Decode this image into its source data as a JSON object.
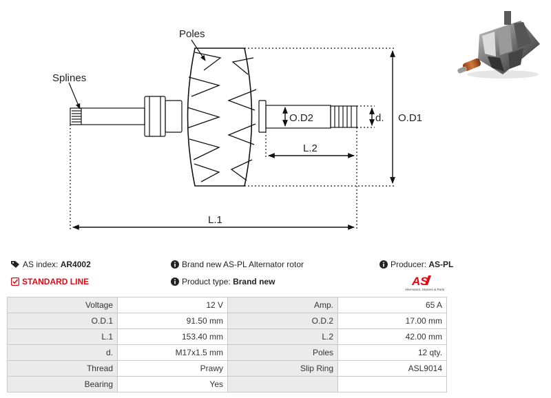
{
  "diagram": {
    "labels": {
      "poles": "Poles",
      "splines": "Splines",
      "od1": "O.D1",
      "od2": "O.D2",
      "d": "d.",
      "l1": "L.1",
      "l2": "L.2"
    }
  },
  "photo": {
    "icon": "alternator-rotor-photo"
  },
  "info": {
    "as_index_label": "AS index:",
    "as_index_value": "AR4002",
    "standard_line": "STANDARD LINE",
    "description": "Brand new AS-PL Alternator rotor",
    "product_type_label": "Product type:",
    "product_type_value": "Brand new",
    "producer_label": "Producer:",
    "producer_value": "AS-PL",
    "logo_text": "AS",
    "logo_tagline": "Alternators, Starters & Parts"
  },
  "colors": {
    "accent_red": "#e30613",
    "table_key_bg": "#ebebeb",
    "table_border": "#c8c8c8"
  },
  "specs": [
    {
      "k1": "Voltage",
      "v1": "12 V",
      "k2": "Amp.",
      "v2": "65 A"
    },
    {
      "k1": "O.D.1",
      "v1": "91.50 mm",
      "k2": "O.D.2",
      "v2": "17.00 mm"
    },
    {
      "k1": "L.1",
      "v1": "153.40 mm",
      "k2": "L.2",
      "v2": "42.00 mm"
    },
    {
      "k1": "d.",
      "v1": "M17x1.5 mm",
      "k2": "Poles",
      "v2": "12 qty."
    },
    {
      "k1": "Thread",
      "v1": "Prawy",
      "k2": "Slip Ring",
      "v2": "ASL9014"
    },
    {
      "k1": "Bearing",
      "v1": "Yes",
      "k2": "",
      "v2": ""
    }
  ]
}
